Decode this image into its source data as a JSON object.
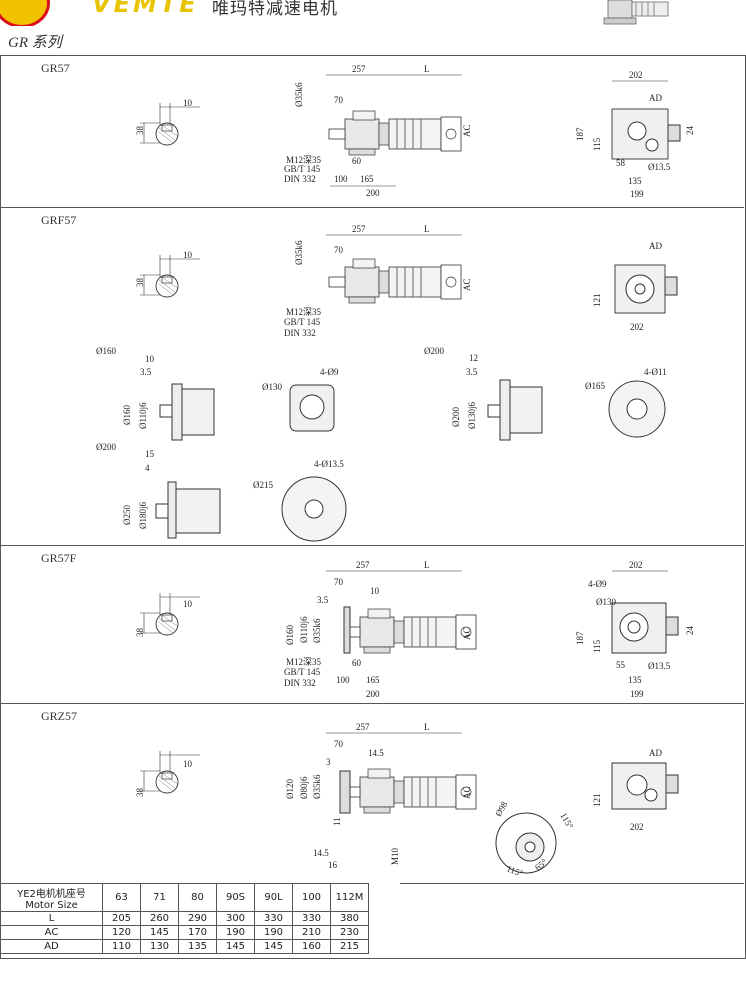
{
  "header": {
    "brand": "VEMTE",
    "company": "唯玛特减速电机",
    "series": "GR 系列"
  },
  "sections": [
    {
      "label": "GR57"
    },
    {
      "label": "GRF57"
    },
    {
      "label": "GR57F"
    },
    {
      "label": "GRZ57"
    }
  ],
  "dims": {
    "shaft_len": "10",
    "shaft_dia": "38",
    "d257": "257",
    "dL": "L",
    "d70": "70",
    "d35": "Ø35k6",
    "dAC": "AC",
    "m12_1": "M12深35",
    "m12_2": "GB/T 145",
    "m12_3": "DIN 332",
    "d60": "60",
    "d100": "100",
    "d165": "165",
    "d200": "200",
    "d202": "202",
    "dAD": "AD",
    "d187": "187",
    "d115": "115",
    "d24": "24",
    "d58": "58",
    "d135": "135",
    "d13_5": "Ø13.5",
    "d199": "199",
    "d121": "121",
    "d55": "55",
    "f160": "Ø160",
    "f200": "Ø200",
    "f10": "10",
    "f3_5": "3.5",
    "f12": "12",
    "f15": "15",
    "f4": "4",
    "f110": "Ø110j6",
    "f130j": "Ø130j6",
    "f180": "Ø180j6",
    "f250": "Ø250",
    "f130": "Ø130",
    "f165": "Ø165",
    "f215": "Ø215",
    "h4_9": "4-Ø9",
    "h4_11": "4-Ø11",
    "h4_13": "4-Ø13.5",
    "z14_5": "14.5",
    "z3": "3",
    "z120": "Ø120",
    "z80": "Ø80j6",
    "z11": "11",
    "z16": "16",
    "zM10": "M10",
    "z98": "Ø98",
    "z115": "115°",
    "z65": "65°"
  },
  "table": {
    "header_l1": "YE2电机机座号",
    "header_l2": "Motor Size",
    "sizes": [
      "63",
      "71",
      "80",
      "90S",
      "90L",
      "100",
      "112M"
    ],
    "rows": [
      {
        "name": "L",
        "values": [
          "205",
          "260",
          "290",
          "300",
          "330",
          "330",
          "380"
        ]
      },
      {
        "name": "AC",
        "values": [
          "120",
          "145",
          "170",
          "190",
          "190",
          "210",
          "230"
        ]
      },
      {
        "name": "AD",
        "values": [
          "110",
          "130",
          "135",
          "145",
          "145",
          "160",
          "215"
        ]
      }
    ]
  }
}
